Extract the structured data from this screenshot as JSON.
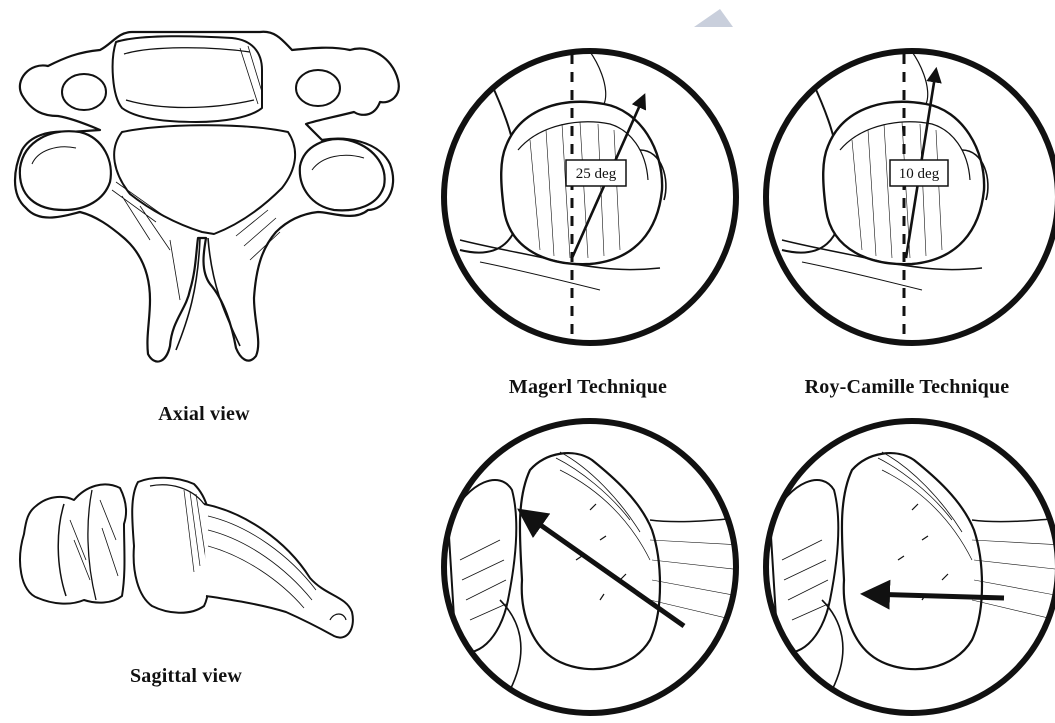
{
  "figure": {
    "labels": {
      "axial": "Axial view",
      "sagittal": "Sagittal view",
      "magerl": "Magerl Technique",
      "roy_camille": "Roy-Camille Technique"
    },
    "angles": {
      "magerl": "25 deg",
      "roy_camille": "10 deg"
    },
    "colors": {
      "ink": "#111111",
      "watermark": "#c9cfdc"
    }
  }
}
